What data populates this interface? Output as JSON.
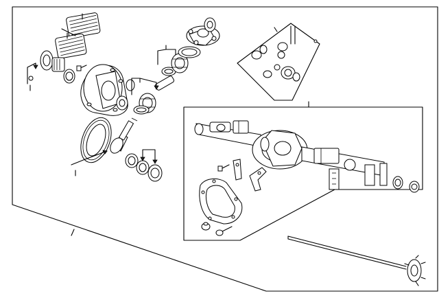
{
  "diagram": {
    "title": "",
    "groups": [
      {
        "id": "differential-case-assembly",
        "label": ""
      },
      {
        "id": "ring-and-pinion",
        "label": ""
      },
      {
        "id": "pinion-bearings",
        "label": ""
      },
      {
        "id": "side-gear-kit",
        "label": ""
      },
      {
        "id": "axle-housing-assembly",
        "label": ""
      },
      {
        "id": "axle-shaft",
        "label": ""
      }
    ]
  }
}
